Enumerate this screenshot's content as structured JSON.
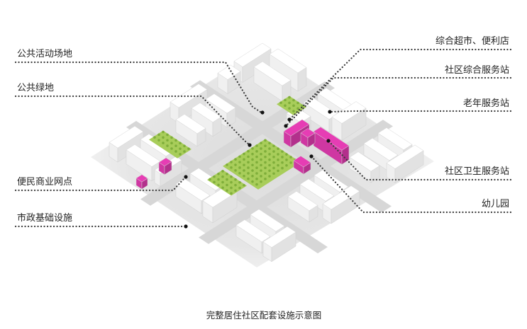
{
  "caption": "完整居住社区配套设施示意图",
  "labels_left": {
    "public_activity_space": "公共活动场地",
    "public_green_space": "公共绿地",
    "convenience_commercial": "便民商业网点",
    "municipal_infrastructure": "市政基础设施"
  },
  "labels_right": {
    "supermarket_convenience_store": "综合超市、便利店",
    "community_service_station": "社区综合服务站",
    "elderly_service_station": "老年服务站",
    "community_health_station": "社区卫生服务站",
    "kindergarten": "幼儿园"
  },
  "colors": {
    "highlight_building": "#e63db4",
    "green_space": "#a8cd5a",
    "block_white": "#ffffff",
    "road_gray": "#d7d7d7",
    "label_text": "#222222"
  }
}
